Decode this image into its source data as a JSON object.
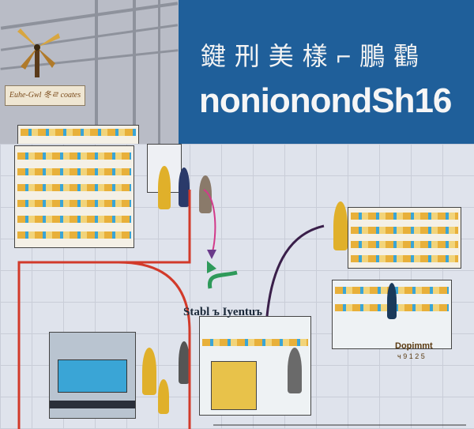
{
  "banner": {
    "headline": "鍵 刑 美  樣 ⌐ 鵬 鸖",
    "big_number": "nonionondSh16"
  },
  "logo_sign": {
    "text": "Euhe-Gwl 冬ㄹ coates"
  },
  "floor": {
    "caption": "Stabl ъ Iyentuъ",
    "sign_title": "Dopimmt",
    "sign_sub": "ч 9 1 2 5"
  },
  "colors": {
    "banner_blue": "#1f5f9a",
    "route_red": "#d23a2a",
    "route_green": "#2e9a5a",
    "route_purple": "#3a1f4a",
    "grid_bg": "#dfe3ec"
  }
}
